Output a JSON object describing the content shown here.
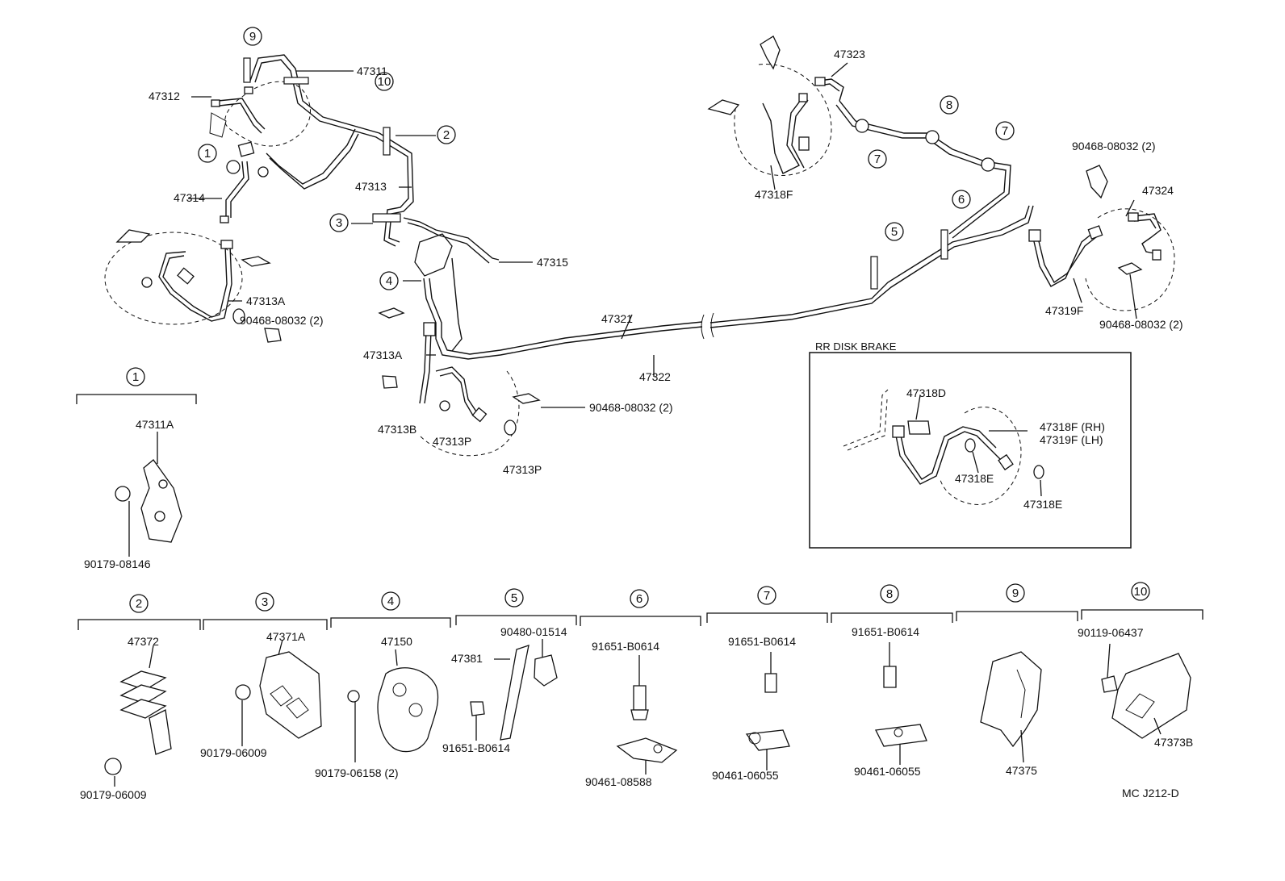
{
  "callouts": {
    "c1": "1",
    "c2": "2",
    "c3": "3",
    "c4": "4",
    "c5": "5",
    "c6": "6",
    "c7": "7",
    "c8": "8",
    "c9": "9",
    "c10": "10"
  },
  "top": {
    "p47311": "47311",
    "p47312": "47312",
    "p47313": "47313",
    "p47314": "47314",
    "p47313A": "47313A",
    "p90468_l": "90468-08032 (2)",
    "p47315": "47315",
    "p47313A_2": "47313A",
    "p47313B": "47313B",
    "p47313P_1": "47313P",
    "p47313P_2": "47313P",
    "p90468_m": "90468-08032 (2)",
    "p47321": "47321",
    "p47322": "47322",
    "p47323": "47323",
    "p47318F": "47318F",
    "p90468_r1": "90468-08032 (2)",
    "p47324": "47324",
    "p47319F": "47319F",
    "p90468_r2": "90468-08032 (2)"
  },
  "rr_box": {
    "title": "RR DISK BRAKE",
    "p47318D": "47318D",
    "p47318F_rh": "47318F (RH)",
    "p47319F_lh": "47319F (LH)",
    "p47318E_1": "47318E",
    "p47318E_2": "47318E"
  },
  "detail1": {
    "p47311A": "47311A",
    "p90179_08146": "90179-08146"
  },
  "details": {
    "d2": {
      "p47372": "47372",
      "p90179_06009": "90179-06009"
    },
    "d3": {
      "p47371A": "47371A",
      "p90179_06009": "90179-06009"
    },
    "d4": {
      "p47150": "47150",
      "p90179_06158": "90179-06158 (2)"
    },
    "d5": {
      "p90480_01514": "90480-01514",
      "p47381": "47381",
      "p91651_B0614": "91651-B0614"
    },
    "d6": {
      "p91651_B0614": "91651-B0614",
      "p90461_08588": "90461-08588"
    },
    "d7": {
      "p91651_B0614": "91651-B0614",
      "p90461_06055": "90461-06055"
    },
    "d8": {
      "p91651_B0614": "91651-B0614",
      "p90461_06055": "90461-06055"
    },
    "d9": {
      "p47375": "47375"
    },
    "d10": {
      "p90119_06437": "90119-06437",
      "p47373B": "47373B"
    }
  },
  "footer": {
    "code": "MC J212-D"
  }
}
